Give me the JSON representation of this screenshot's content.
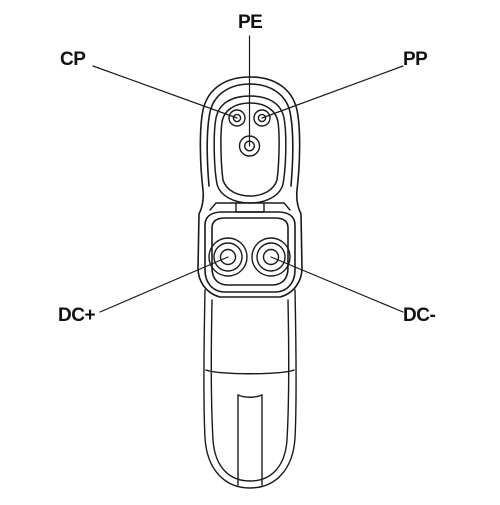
{
  "labels": {
    "pe": "PE",
    "cp": "CP",
    "pp": "PP",
    "dc_plus": "DC+",
    "dc_minus": "DC-"
  },
  "colors": {
    "stroke": "#1a1a1a",
    "background": "#ffffff"
  }
}
